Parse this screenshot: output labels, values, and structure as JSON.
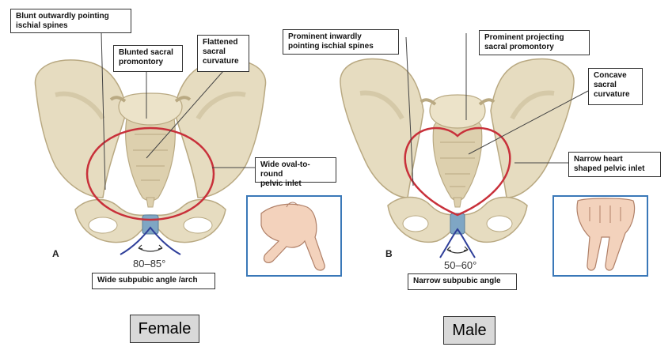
{
  "female": {
    "letter": "A",
    "angle": "80–85°",
    "label": "Female",
    "callouts": {
      "ischial_spines": "Blunt outwardly pointing\nischial spines",
      "sacral_promontory": "Blunted sacral\npromontory",
      "sacral_curvature": "Flattened\nsacral\ncurvature",
      "pelvic_inlet": "Wide oval-to-round\npelvic inlet",
      "subpubic": "Wide subpubic angle /arch"
    }
  },
  "male": {
    "letter": "B",
    "angle": "50–60°",
    "label": "Male",
    "callouts": {
      "ischial_spines": "Prominent inwardly\npointing ischial spines",
      "sacral_promontory": "Prominent projecting\nsacral promontory",
      "sacral_curvature": "Concave\nsacral\ncurvature",
      "pelvic_inlet": "Narrow heart\nshaped pelvic inlet",
      "subpubic": "Narrow subpubic angle"
    }
  },
  "colors": {
    "bone": "#e6dcc0",
    "bone_shadow": "#c9bc98",
    "inlet_outline": "#c8303a",
    "symphysis": "#7fa6c4",
    "angle_line": "#2f3f9a",
    "inset_border": "#3a78b8",
    "hand_skin": "#f3d2bc",
    "leader_line": "#444444"
  }
}
